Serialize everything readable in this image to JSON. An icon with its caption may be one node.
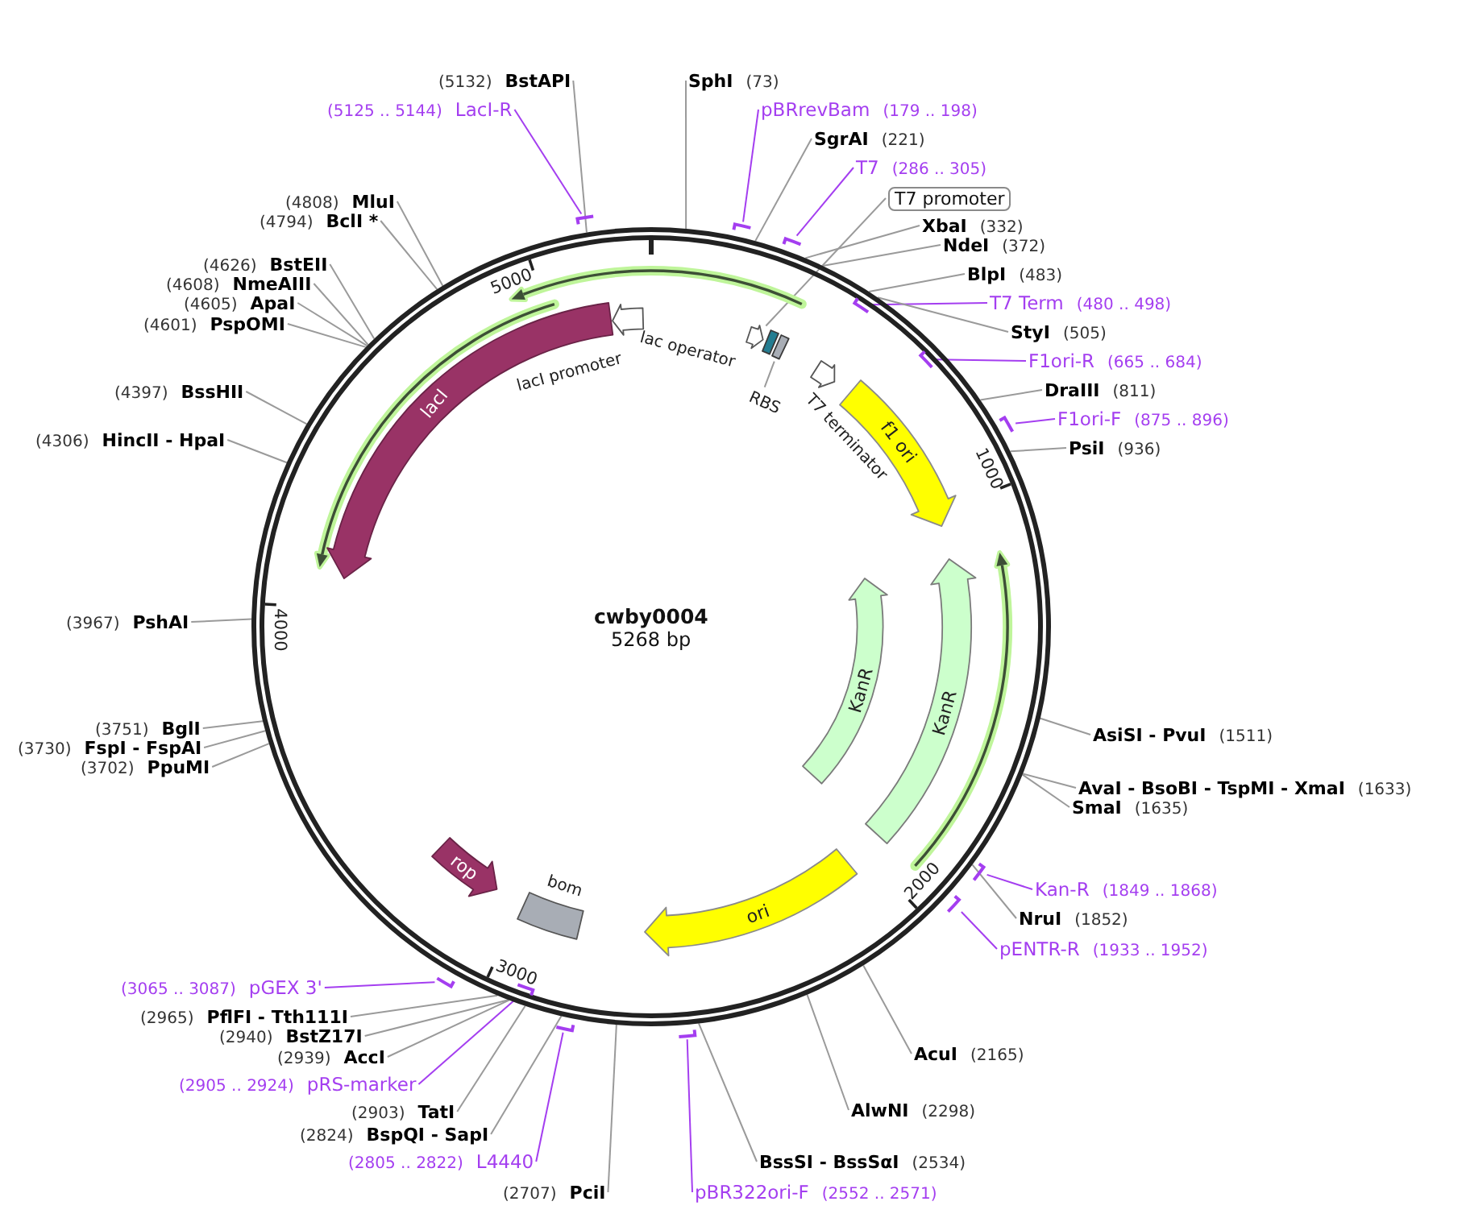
{
  "diagram": {
    "nodes": [
      {
        "text": [
          "cwby0004",
          "5268 bp"
        ]
      },
      {
        "text": [
          "lacI promoter"
        ],
        "in": 0
      },
      {
        "text": [],
        "shape": "arrow",
        "in": 0
      },
      {
        "text": [
          "lac operator"
        ],
        "in": 0
      },
      {
        "text": [],
        "shape": "box",
        "in": 0
      },
      {
        "text": [
          "RBS"
        ],
        "in": 0
      },
      {
        "text": [
          "T7 terminator"
        ],
        "in": 0
      },
      {
        "text": [
          "f1 ori"
        ],
        "in": 0
      },
      {
        "text": [
          "KanR"
        ],
        "in": 0
      },
      {
        "text": [
          "KanR"
        ],
        "in": 0
      },
      {
        "text": [
          "ori"
        ],
        "in": 0
      },
      {
        "text": [
          "bom"
        ],
        "in": 0
      },
      {
        "text": [
          "rop"
        ],
        "in": 0
      },
      {
        "text": [
          "lacI"
        ],
        "in": 0
      },
      {
        "text": [
          "SphI",
          "(73)"
        ]
      },
      {
        "text": [
          "pBRrevBam",
          "(179 .. 198)"
        ]
      },
      {
        "text": [],
        "shape": "bar"
      },
      {
        "text": [
          "SgrAI",
          "(221)"
        ]
      },
      {
        "text": [
          "T7",
          "(286 .. 305)"
        ]
      },
      {
        "text": [],
        "shape": "bar"
      },
      {
        "text": [
          "T7 promoter"
        ]
      },
      {
        "text": [
          "XbaI",
          "(332)"
        ]
      },
      {
        "text": [
          "NdeI",
          "(372)"
        ]
      },
      {
        "text": [
          "BlpI",
          "(483)"
        ]
      },
      {
        "text": [
          "T7 Term",
          "(480 .. 498)"
        ]
      },
      {
        "text": [],
        "shape": "bar",
        "in": 0
      },
      {
        "text": [
          "StyI",
          "(505)"
        ]
      },
      {
        "text": [
          "F1ori-R",
          "(665 .. 684)"
        ]
      },
      {
        "text": [],
        "shape": "bar",
        "in": 0
      },
      {
        "text": [
          "DraIII",
          "(811)"
        ]
      },
      {
        "text": [
          "F1ori-F",
          "(875 .. 896)"
        ]
      },
      {
        "text": [],
        "shape": "bar"
      },
      {
        "text": [
          "PsiI",
          "(936)"
        ]
      },
      {
        "text": [
          "AsiSI - PvuI",
          "(1511)"
        ]
      },
      {
        "text": [
          "AvaI - BsoBI - TspMI - XmaI",
          "(1633)"
        ]
      },
      {
        "text": [
          "SmaI",
          "(1635)"
        ]
      },
      {
        "text": [
          "Kan-R",
          "(1849 .. 1868)"
        ]
      },
      {
        "text": [],
        "shape": "bar"
      },
      {
        "text": [
          "NruI",
          "(1852)"
        ]
      },
      {
        "text": [
          "pENTR-R",
          "(1933 .. 1952)"
        ]
      },
      {
        "text": [],
        "shape": "bar"
      },
      {
        "text": [
          "AcuI",
          "(2165)"
        ]
      },
      {
        "text": [
          "AlwNI",
          "(2298)"
        ]
      },
      {
        "text": [
          "BssSI - BssSαI",
          "(2534)"
        ]
      },
      {
        "text": [
          "pBR322ori-F",
          "(2552 .. 2571)"
        ]
      },
      {
        "text": [],
        "shape": "bar"
      },
      {
        "text": [
          "(2707)",
          "PciI"
        ]
      },
      {
        "text": [
          "(2805 .. 2822)",
          "L4440"
        ]
      },
      {
        "text": [],
        "shape": "bar"
      },
      {
        "text": [
          "(2824)",
          "BspQI - SapI"
        ]
      },
      {
        "text": [
          "(2903)",
          "TatI"
        ]
      },
      {
        "text": [
          "(2905 .. 2924)",
          "pRS-marker"
        ]
      },
      {
        "text": [],
        "shape": "bar",
        "in": 0
      },
      {
        "text": [
          "(2939)",
          "AccI"
        ]
      },
      {
        "text": [
          "(2940)",
          "BstZ17I"
        ]
      },
      {
        "text": [
          "(2965)",
          "PflFI - Tth111I"
        ]
      },
      {
        "text": [
          "(3065 .. 3087)",
          "pGEX 3'"
        ]
      },
      {
        "text": [],
        "shape": "bar"
      },
      {
        "text": [
          "(3702)",
          "PpuMI"
        ]
      },
      {
        "text": [
          "(3730)",
          "FspI - FspAI"
        ]
      },
      {
        "text": [
          "(3751)",
          "BglI"
        ]
      },
      {
        "text": [
          "(3967)",
          "PshAI"
        ]
      },
      {
        "text": [
          "(4306)",
          "HincII - HpaI"
        ]
      },
      {
        "text": [
          "(4397)",
          "BssHII"
        ]
      },
      {
        "text": [
          "(4601)",
          "PspOMI"
        ]
      },
      {
        "text": [
          "(4605)",
          "ApaI"
        ]
      },
      {
        "text": [
          "(4608)",
          "NmeAIII"
        ]
      },
      {
        "text": [
          "(4626)",
          "BstEII"
        ]
      },
      {
        "text": [
          "(4794)",
          "BclI *"
        ]
      },
      {
        "text": [
          "(4808)",
          "MluI"
        ]
      },
      {
        "text": [
          "(5125 .. 5144)",
          "LacI-R"
        ]
      },
      {
        "text": [],
        "shape": "bar"
      },
      {
        "text": [
          "(5132)",
          "BstAPI"
        ]
      }
    ],
    "edges": [
      {
        "from": 5,
        "to": 4,
        "arrow": "none"
      },
      {
        "from": 14,
        "to": 0,
        "arrow": "none"
      },
      {
        "from": 15,
        "to": 16,
        "arrow": "none",
        "color": "#a43ef0"
      },
      {
        "from": 17,
        "to": 0,
        "arrow": "none"
      },
      {
        "from": 18,
        "to": 19,
        "arrow": "none",
        "color": "#a43ef0"
      },
      {
        "from": 20,
        "to": 2,
        "arrow": "none"
      },
      {
        "from": 21,
        "to": 0,
        "arrow": "none"
      },
      {
        "from": 22,
        "to": 0,
        "arrow": "none"
      },
      {
        "from": 23,
        "to": 0,
        "arrow": "none"
      },
      {
        "from": 24,
        "to": 25,
        "arrow": "none",
        "color": "#a43ef0"
      },
      {
        "from": 26,
        "to": 0,
        "arrow": "none"
      },
      {
        "from": 27,
        "to": 28,
        "arrow": "none",
        "color": "#a43ef0"
      },
      {
        "from": 29,
        "to": 0,
        "arrow": "none"
      },
      {
        "from": 30,
        "to": 31,
        "arrow": "none",
        "color": "#a43ef0"
      },
      {
        "from": 32,
        "to": 0,
        "arrow": "none"
      },
      {
        "from": 33,
        "to": 0,
        "arrow": "none"
      },
      {
        "from": 34,
        "to": 0,
        "arrow": "none"
      },
      {
        "from": 35,
        "to": 0,
        "arrow": "none"
      },
      {
        "from": 36,
        "to": 37,
        "arrow": "none",
        "color": "#a43ef0"
      },
      {
        "from": 38,
        "to": 0,
        "arrow": "none"
      },
      {
        "from": 39,
        "to": 40,
        "arrow": "none",
        "color": "#a43ef0"
      },
      {
        "from": 41,
        "to": 0,
        "arrow": "none"
      },
      {
        "from": 42,
        "to": 0,
        "arrow": "none"
      },
      {
        "from": 43,
        "to": 0,
        "arrow": "none"
      },
      {
        "from": 44,
        "to": 45,
        "arrow": "none",
        "color": "#a43ef0"
      },
      {
        "from": 46,
        "to": 0,
        "arrow": "none"
      },
      {
        "from": 47,
        "to": 48,
        "arrow": "none",
        "color": "#a43ef0"
      },
      {
        "from": 49,
        "to": 0,
        "arrow": "none"
      },
      {
        "from": 50,
        "to": 0,
        "arrow": "none"
      },
      {
        "from": 51,
        "to": 52,
        "arrow": "none",
        "color": "#a43ef0"
      },
      {
        "from": 53,
        "to": 0,
        "arrow": "none"
      },
      {
        "from": 54,
        "to": 0,
        "arrow": "none"
      },
      {
        "from": 55,
        "to": 0,
        "arrow": "none"
      },
      {
        "from": 56,
        "to": 57,
        "arrow": "none",
        "color": "#a43ef0"
      },
      {
        "from": 58,
        "to": 0,
        "arrow": "none"
      },
      {
        "from": 59,
        "to": 0,
        "arrow": "none"
      },
      {
        "from": 60,
        "to": 0,
        "arrow": "none"
      },
      {
        "from": 61,
        "to": 0,
        "arrow": "none"
      },
      {
        "from": 62,
        "to": 0,
        "arrow": "none"
      },
      {
        "from": 63,
        "to": 0,
        "arrow": "none"
      },
      {
        "from": 64,
        "to": 0,
        "arrow": "none"
      },
      {
        "from": 65,
        "to": 0,
        "arrow": "none"
      },
      {
        "from": 66,
        "to": 0,
        "arrow": "none"
      },
      {
        "from": 67,
        "to": 0,
        "arrow": "none"
      },
      {
        "from": 68,
        "to": 0,
        "arrow": "none"
      },
      {
        "from": 69,
        "to": 0,
        "arrow": "none"
      },
      {
        "from": 70,
        "to": 71,
        "arrow": "none",
        "color": "#a43ef0"
      },
      {
        "from": 72,
        "to": 0,
        "arrow": "none"
      }
    ],
    "labels": [
      "5000",
      "1000",
      "4000",
      "2000",
      "3000"
    ]
  }
}
